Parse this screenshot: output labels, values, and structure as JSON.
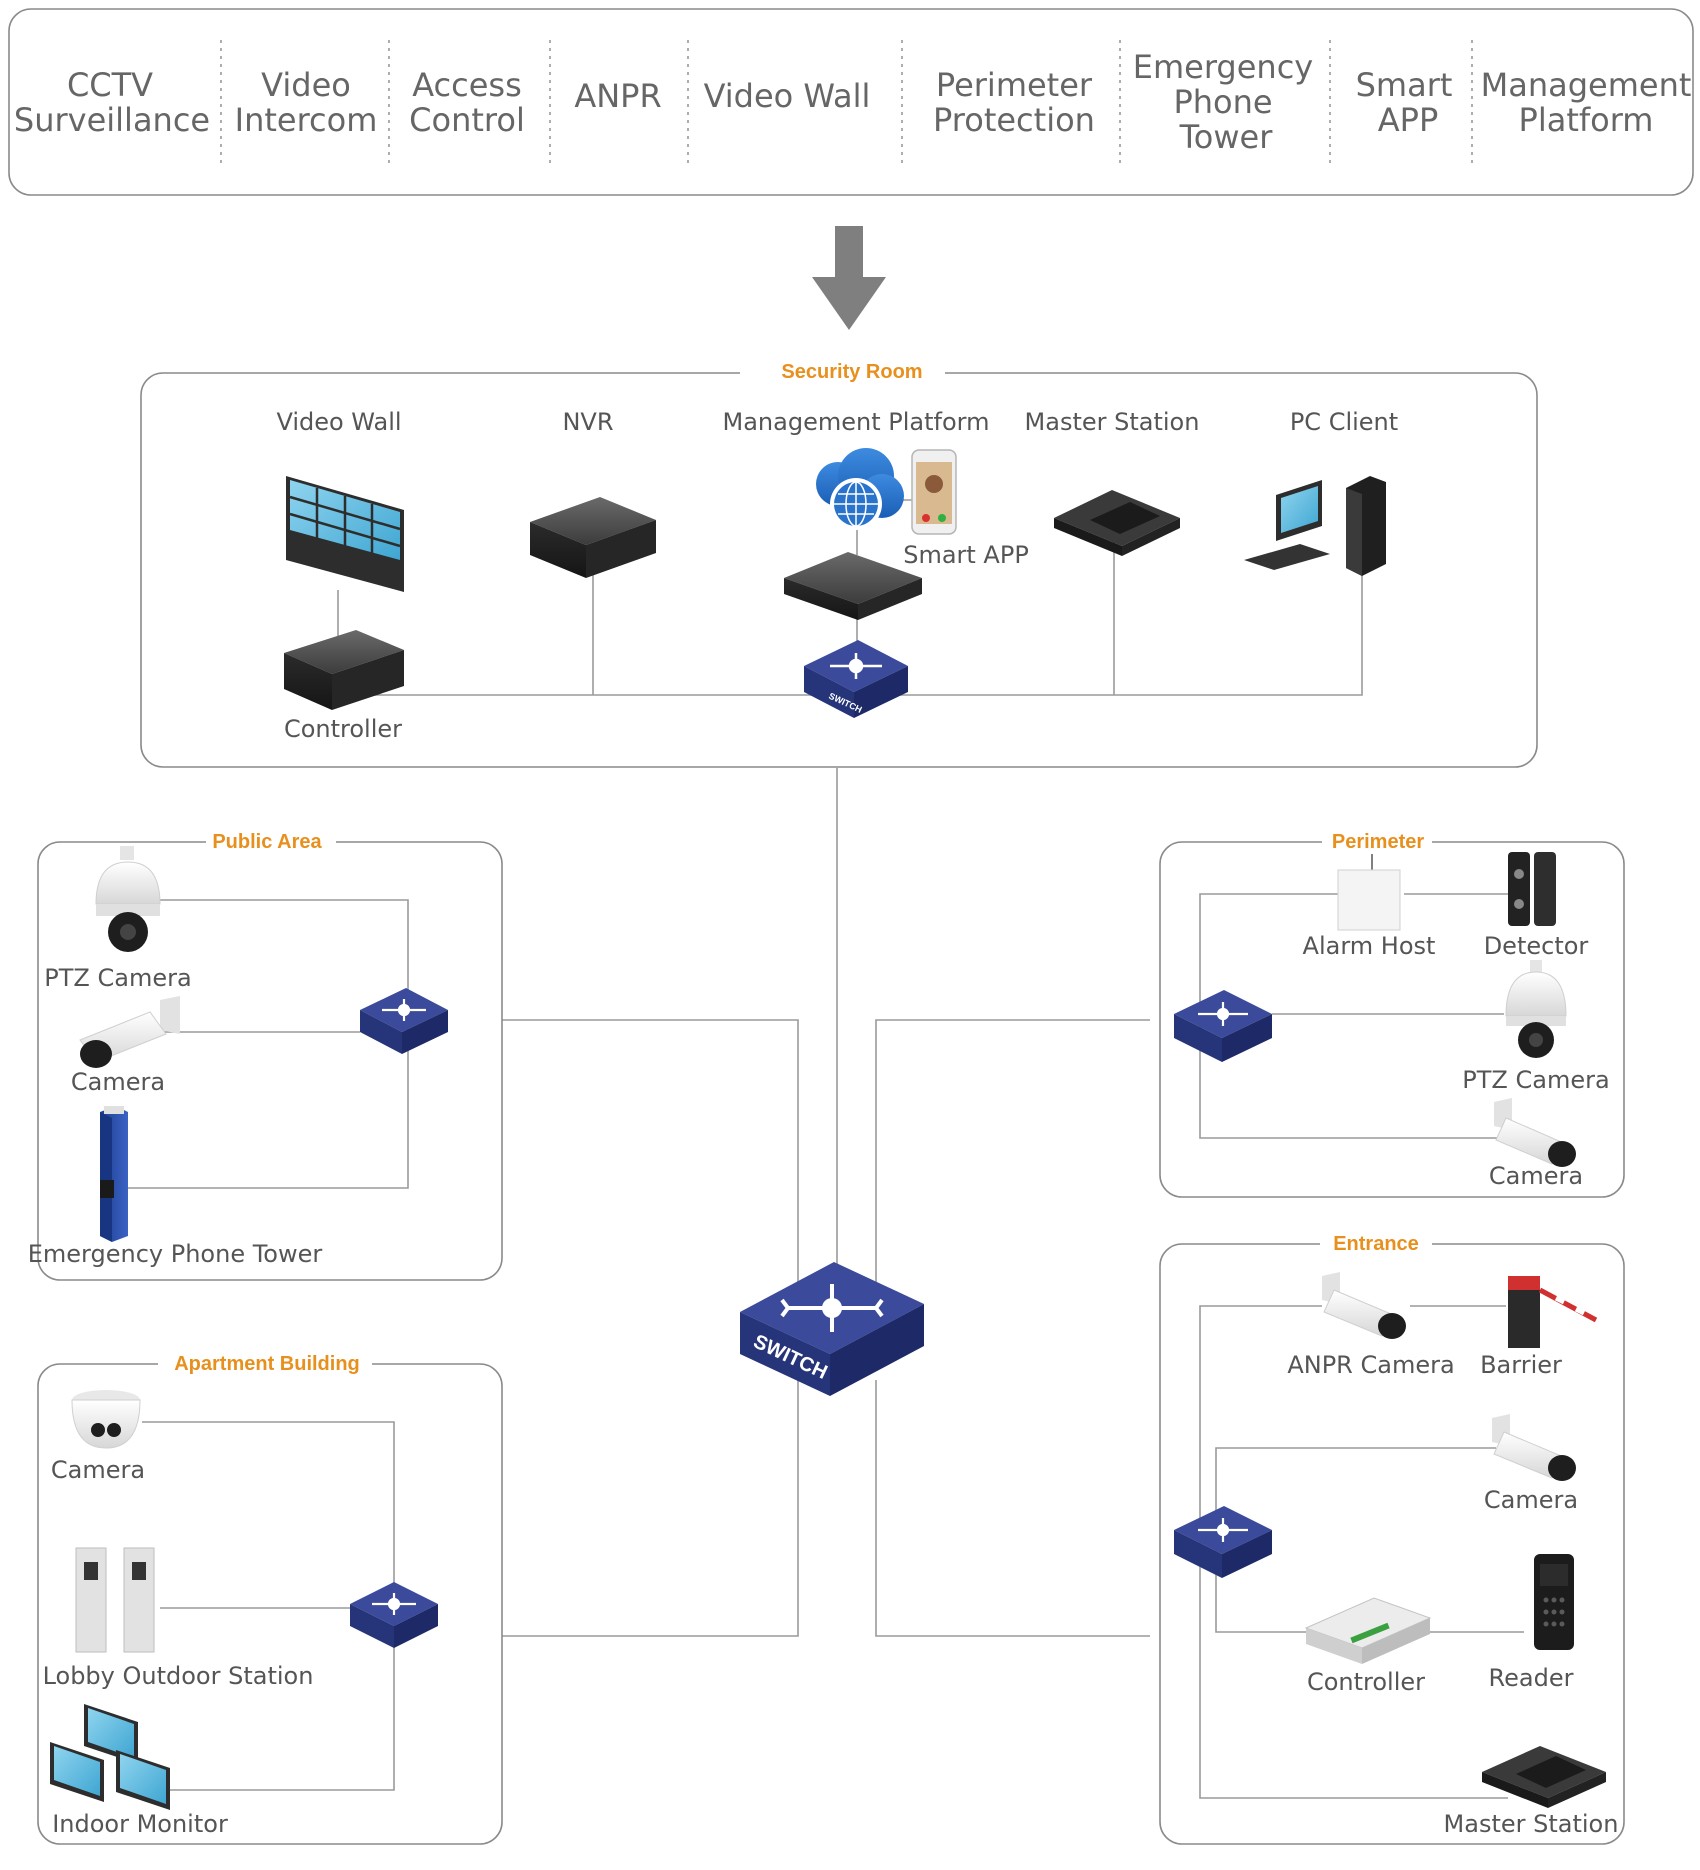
{
  "header": {
    "items": [
      {
        "lines": [
          "CCTV",
          "Surveillance"
        ]
      },
      {
        "lines": [
          "Video",
          "Intercom"
        ]
      },
      {
        "lines": [
          "Access",
          "Control"
        ]
      },
      {
        "lines": [
          "ANPR"
        ]
      },
      {
        "lines": [
          "Video Wall"
        ]
      },
      {
        "lines": [
          "Perimeter",
          "Protection"
        ]
      },
      {
        "lines": [
          "Emergency",
          "Phone",
          "Tower"
        ]
      },
      {
        "lines": [
          "Smart",
          "APP"
        ]
      },
      {
        "lines": [
          "Management",
          "Platform"
        ]
      }
    ]
  },
  "security_room": {
    "title": "Security Room",
    "labels": {
      "video_wall": "Video Wall",
      "nvr": "NVR",
      "management_platform": "Management Platform",
      "master_station": "Master Station",
      "pc_client": "PC Client",
      "smart_app": "Smart APP",
      "controller": "Controller"
    }
  },
  "public_area": {
    "title": "Public Area",
    "labels": {
      "ptz_camera": "PTZ Camera",
      "camera": "Camera",
      "emergency_phone_tower": "Emergency Phone Tower"
    }
  },
  "perimeter": {
    "title": "Perimeter",
    "labels": {
      "alarm_host": "Alarm Host",
      "detector": "Detector",
      "ptz_camera": "PTZ Camera",
      "camera": "Camera"
    }
  },
  "apartment": {
    "title": "Apartment Building",
    "labels": {
      "camera": "Camera",
      "lobby_outdoor_station": "Lobby Outdoor Station",
      "indoor_monitor": "Indoor Monitor"
    }
  },
  "entrance": {
    "title": "Entrance",
    "labels": {
      "anpr_camera": "ANPR Camera",
      "barrier": "Barrier",
      "camera": "Camera",
      "controller": "Controller",
      "reader": "Reader",
      "master_station": "Master Station"
    }
  },
  "switch_text": "SWITCH",
  "colors": {
    "zone_title": "#e8901e",
    "switch_top": "#3b4a9a",
    "switch_side": "#26347a",
    "border": "#8a8a8a",
    "arrow": "#7f7f7f"
  }
}
